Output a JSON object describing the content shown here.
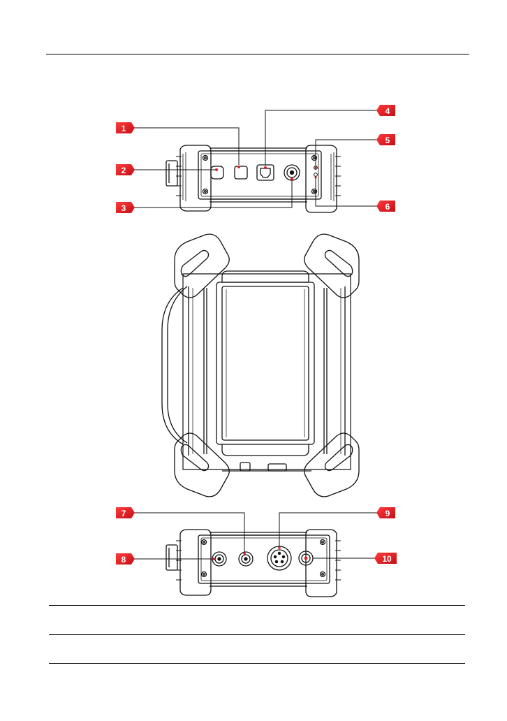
{
  "callouts": [
    {
      "id": "1",
      "text": "1"
    },
    {
      "id": "2",
      "text": "2"
    },
    {
      "id": "3",
      "text": "3"
    },
    {
      "id": "4",
      "text": "4"
    },
    {
      "id": "5",
      "text": "5"
    },
    {
      "id": "6",
      "text": "6"
    },
    {
      "id": "7",
      "text": "7"
    },
    {
      "id": "8",
      "text": "8"
    },
    {
      "id": "9",
      "text": "9"
    },
    {
      "id": "10",
      "text": "10"
    }
  ],
  "colors": {
    "callout": "#e0202a",
    "line": "#111111",
    "accent": "#d81f26"
  }
}
